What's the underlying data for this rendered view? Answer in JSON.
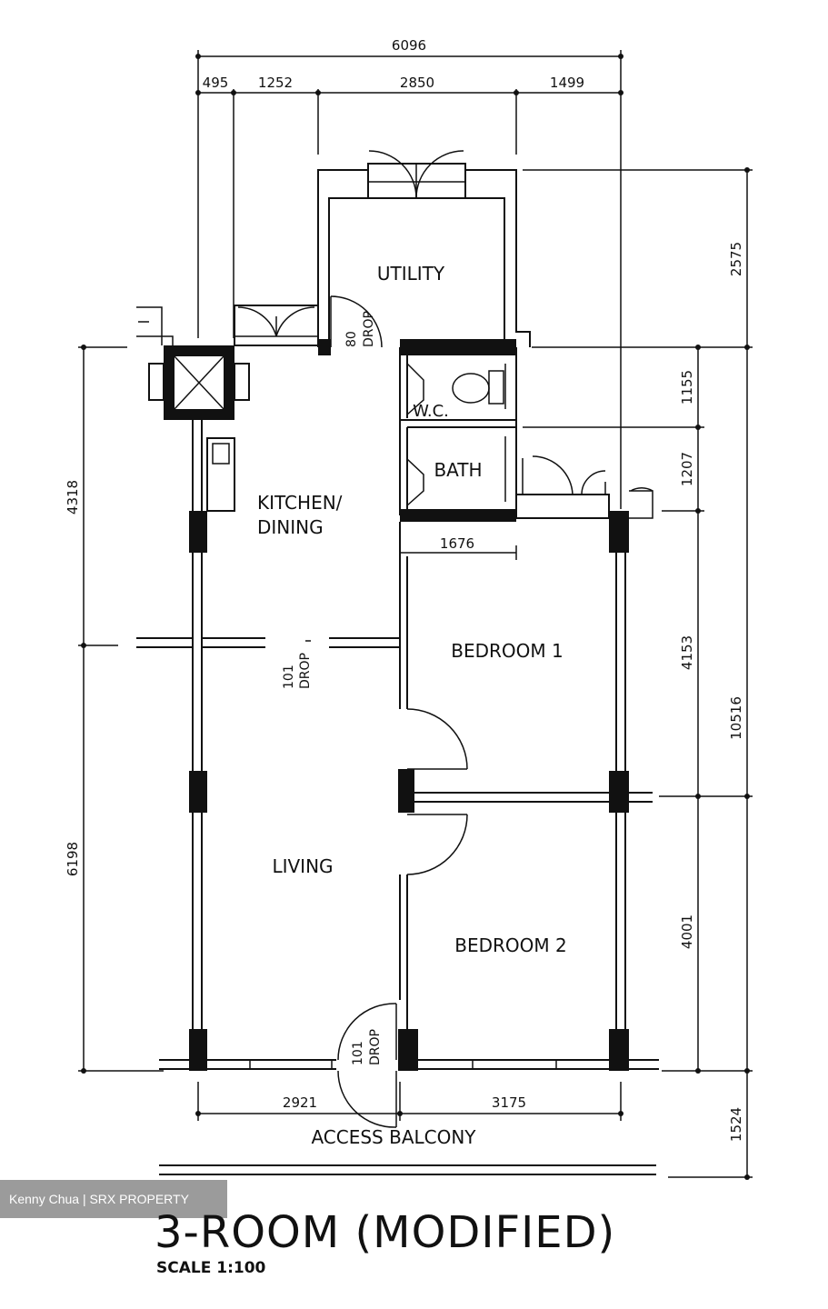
{
  "title": "3-ROOM (MODIFIED)",
  "scale": "SCALE 1:100",
  "watermark": "Kenny Chua | SRX PROPERTY",
  "rooms": {
    "utility": "UTILITY",
    "wc": "W.C.",
    "bath": "BATH",
    "kitchen_line1": "KITCHEN/",
    "kitchen_line2": "DINING",
    "bedroom1": "BEDROOM 1",
    "bedroom2": "BEDROOM 2",
    "living": "LIVING",
    "access_balcony": "ACCESS BALCONY"
  },
  "drops": {
    "utility": [
      "80",
      "DROP"
    ],
    "kitchen": [
      "101",
      "DROP"
    ],
    "entrance": [
      "101",
      "DROP"
    ]
  },
  "dimensions": {
    "top_total": "6096",
    "top_segments": [
      "495",
      "1252",
      "2850",
      "1499"
    ],
    "left": [
      "4318",
      "6198"
    ],
    "right_inner": [
      "1155",
      "1207",
      "4153",
      "4001"
    ],
    "right_outer": [
      "2575",
      "10516",
      "1524"
    ],
    "bath_width": "1676",
    "bottom": [
      "2921",
      "3175"
    ]
  }
}
